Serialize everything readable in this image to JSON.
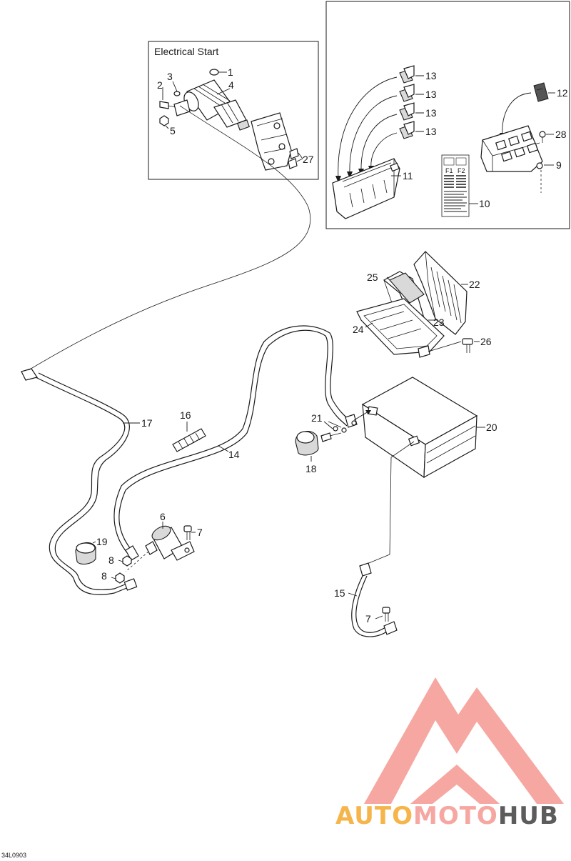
{
  "inset_left": {
    "title": "Electrical Start"
  },
  "callouts": {
    "c1": "1",
    "c2": "2",
    "c3": "3",
    "c4": "4",
    "c5": "5",
    "c6": "6",
    "c7a": "7",
    "c7b": "7",
    "c8a": "8",
    "c8b": "8",
    "c9": "9",
    "c10": "10",
    "c11": "11",
    "c12": "12",
    "c13a": "13",
    "c13b": "13",
    "c13c": "13",
    "c13d": "13",
    "c14": "14",
    "c15": "15",
    "c16": "16",
    "c17": "17",
    "c18": "18",
    "c19": "19",
    "c20": "20",
    "c21": "21",
    "c22": "22",
    "c23": "23",
    "c24": "24",
    "c25": "25",
    "c26": "26",
    "c27": "27",
    "c28": "28"
  },
  "fuse_chart": {
    "f1": "F1",
    "f2": "F2"
  },
  "logo": {
    "part1": "AUTO",
    "part2": "MOTO",
    "part3": "HUB",
    "color_light": "#f6a7a1",
    "color_accent": "#f5b54b",
    "color_dark": "#5c5c5c"
  },
  "figure_id": "34L0903"
}
